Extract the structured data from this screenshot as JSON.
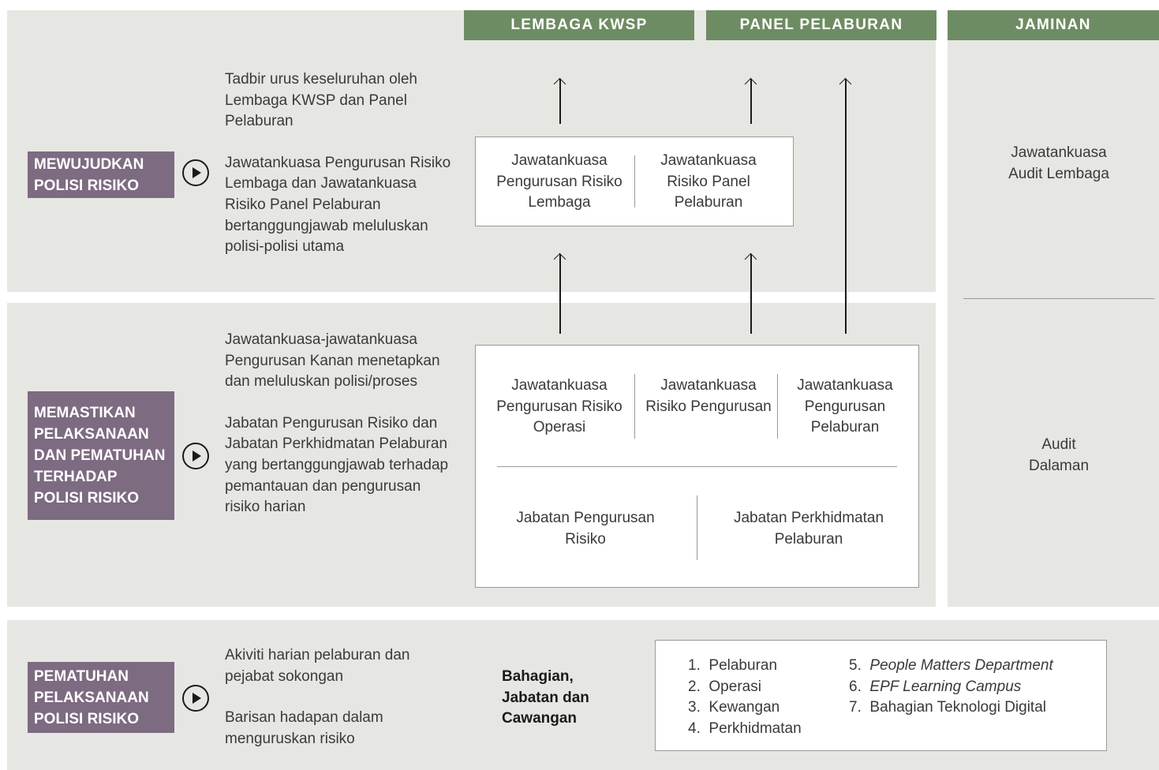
{
  "headers": {
    "lembaga": "LEMBAGA KWSP",
    "panel": "PANEL PELABURAN",
    "jaminan": "JAMINAN"
  },
  "rows": [
    {
      "label": "MEWUJUDKAN POLISI RISIKO",
      "desc1": "Tadbir urus keseluruhan oleh Lembaga KWSP dan Panel Pelaburan",
      "desc2": "Jawatankuasa Pengurusan Risiko Lembaga dan Jawatankuasa Risiko Panel Pelaburan bertanggungjawab meluluskan polisi-polisi utama"
    },
    {
      "label": "MEMASTIKAN PELAKSANAAN DAN PEMATUHAN TERHADAP POLISI RISIKO",
      "desc1": "Jawatankuasa-jawatankuasa Pengurusan Kanan menetapkan dan meluluskan polisi/proses",
      "desc2": "Jabatan Pengurusan Risiko dan Jabatan Perkhidmatan Pelaburan yang bertanggungjawab terhadap pemantauan dan pengurusan risiko harian"
    },
    {
      "label": "PEMATUHAN PELAKSANAAN POLISI RISIKO",
      "desc1": "Akiviti harian pelaburan dan pejabat sokongan",
      "desc2": "Barisan hadapan dalam menguruskan risiko"
    }
  ],
  "board_committees": {
    "left": "Jawatankuasa Pengurusan Risiko Lembaga",
    "right": "Jawatankuasa Risiko Panel Pelaburan"
  },
  "mgmt_committees": {
    "c1": "Jawatankuasa Pengurusan Risiko Operasi",
    "c2": "Jawatankuasa Risiko Pengurusan",
    "c3": "Jawatankuasa Pengurusan Pelaburan",
    "d1": "Jabatan Pengurusan Risiko",
    "d2": "Jabatan Perkhidmatan Pelaburan"
  },
  "jaminan": {
    "audit_lembaga": "Jawatankuasa Audit Lembaga",
    "audit_dalaman": "Audit Dalaman"
  },
  "bottom": {
    "heading": "Bahagian, Jabatan dan Cawangan",
    "list_left": [
      "1.  Pelaburan",
      "2.  Operasi",
      "3.  Kewangan",
      "4.  Perkhidmatan"
    ],
    "list_right": [
      "5.  People Matters Department",
      "6.  EPF Learning Campus",
      "7.  Bahagian Teknologi Digital"
    ]
  },
  "colors": {
    "panel_bg": "#e6e7e2",
    "header_green": "#6e8c63",
    "label_purple": "#7d6b82"
  },
  "icons": [
    "play-icon",
    "arrow-up-icon"
  ]
}
